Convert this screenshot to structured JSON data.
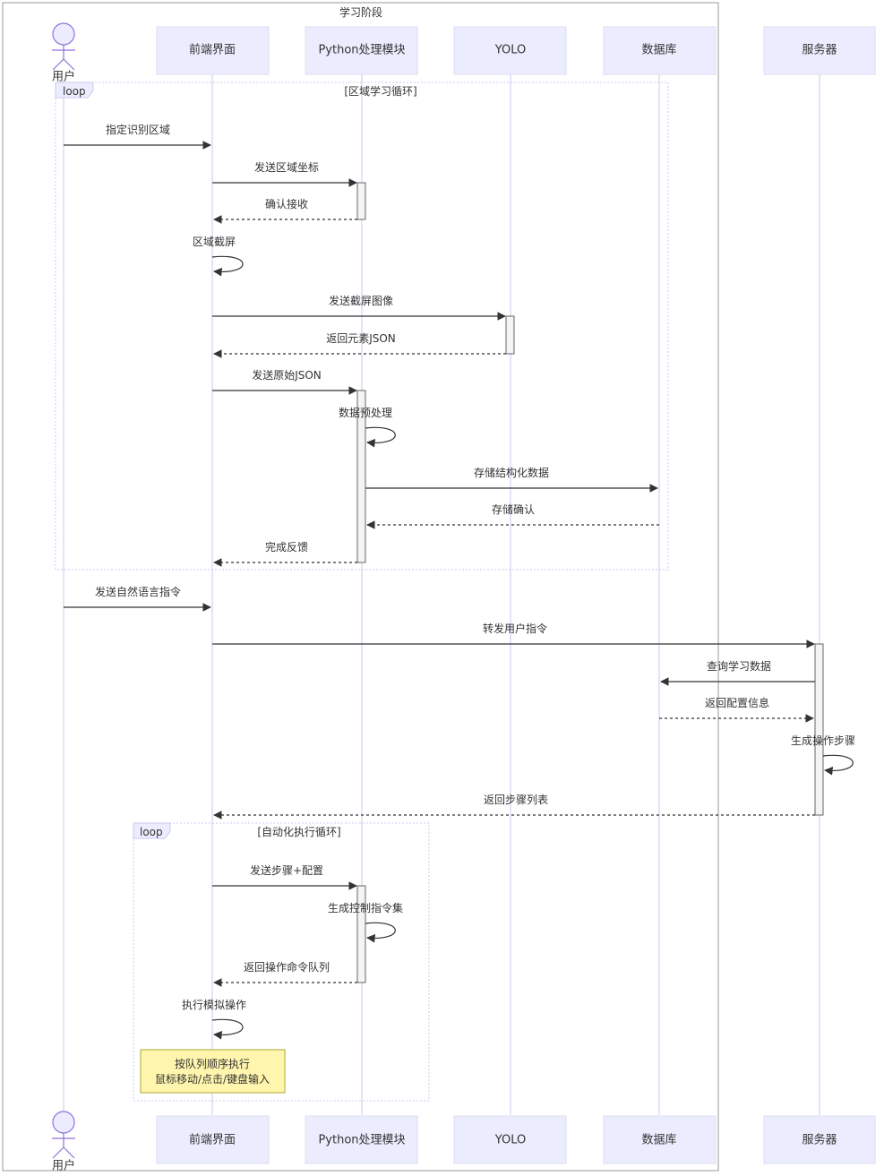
{
  "group": {
    "title": "学习阶段"
  },
  "participants": {
    "user": "用户",
    "frontend": "前端界面",
    "python": "Python处理模块",
    "yolo": "YOLO",
    "database": "数据库",
    "server": "服务器"
  },
  "loops": {
    "region_learning": {
      "tag": "loop",
      "title": "[区域学习循环]"
    },
    "auto_exec": {
      "tag": "loop",
      "title": "[自动化执行循环]"
    }
  },
  "messages": {
    "m1": "指定识别区域",
    "m2": "发送区域坐标",
    "m3": "确认接收",
    "m4": "区域截屏",
    "m5": "发送截屏图像",
    "m6": "返回元素JSON",
    "m7": "发送原始JSON",
    "m8": "数据预处理",
    "m9": "存储结构化数据",
    "m10": "存储确认",
    "m11": "完成反馈",
    "m12": "发送自然语言指令",
    "m13": "转发用户指令",
    "m14": "查询学习数据",
    "m15": "返回配置信息",
    "m16": "生成操作步骤",
    "m17": "返回步骤列表",
    "m18": "发送步骤+配置",
    "m19": "生成控制指令集",
    "m20": "返回操作命令队列",
    "m21": "执行模拟操作"
  },
  "note": {
    "line1": "按队列顺序执行",
    "line2": "鼠标移动/点击/键盘输入"
  },
  "colors": {
    "box_fill": "#ECECFF",
    "box_stroke": "#DCDCF0",
    "lifeline": "#C8C8F0",
    "arrow": "#333333",
    "activation": "#F4F4F4",
    "note_fill": "#FFF5AD",
    "note_stroke": "#AAAA33"
  }
}
